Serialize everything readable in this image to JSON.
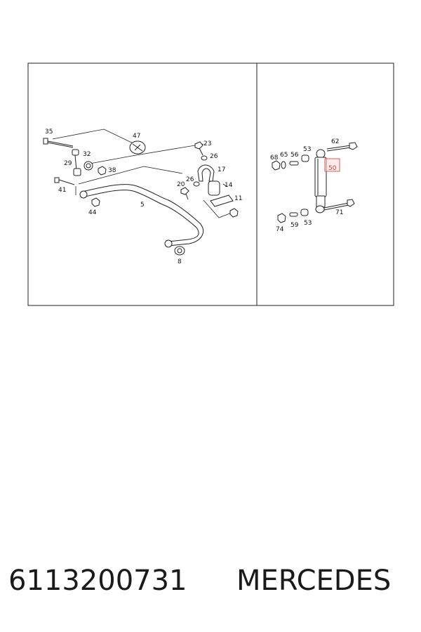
{
  "diagram": {
    "left_panel_callouts": [
      "35",
      "47",
      "23",
      "32",
      "26",
      "29",
      "38",
      "17",
      "26",
      "20",
      "41",
      "14",
      "11",
      "44",
      "5",
      "8"
    ],
    "right_panel_callouts": [
      "62",
      "68",
      "65",
      "56",
      "53",
      "50",
      "71",
      "74",
      "59",
      "53"
    ],
    "highlighted_callout": "50",
    "highlight_color": "#e05a5a"
  },
  "caption": {
    "part_number": "6113200731",
    "brand": "MERCEDES"
  }
}
